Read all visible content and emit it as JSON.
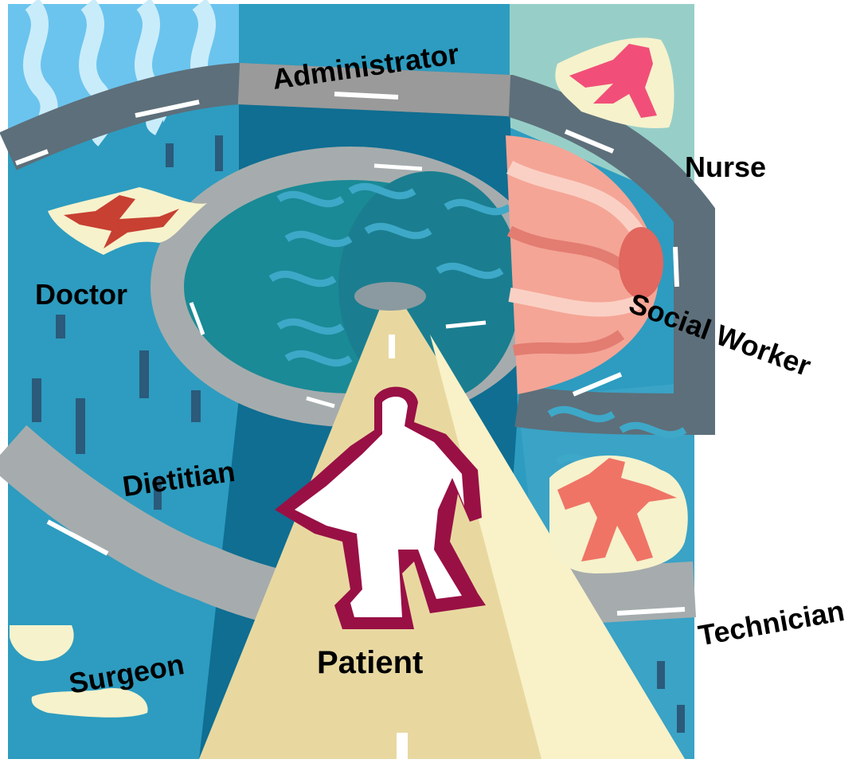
{
  "labels": {
    "administrator": "Administrator",
    "nurse": "Nurse",
    "doctor": "Doctor",
    "social_worker": "Social Worker",
    "dietitian": "Dietitian",
    "technician": "Technician",
    "surgeon": "Surgeon",
    "patient": "Patient"
  },
  "colors": {
    "background_blue": "#2d9cc0",
    "deep_blue": "#0f6e92",
    "teal_pool": "#1a8a96",
    "road_gray": "#8f9aa0",
    "road_dark": "#5d6f7a",
    "road_light": "#a6acad",
    "sky_blue": "#8fd3f0",
    "wave_white": "#c9ecfa",
    "mint": "#97cfc8",
    "flesh_pink": "#f4a596",
    "path_cream": "#e8d8a0",
    "path_light": "#f9f1c8",
    "patient_maroon": "#991045",
    "figure_red": "#c74032",
    "figure_pink": "#f14f79",
    "figure_salmon": "#ef7466",
    "cloud_cream": "#f6f2cc"
  }
}
